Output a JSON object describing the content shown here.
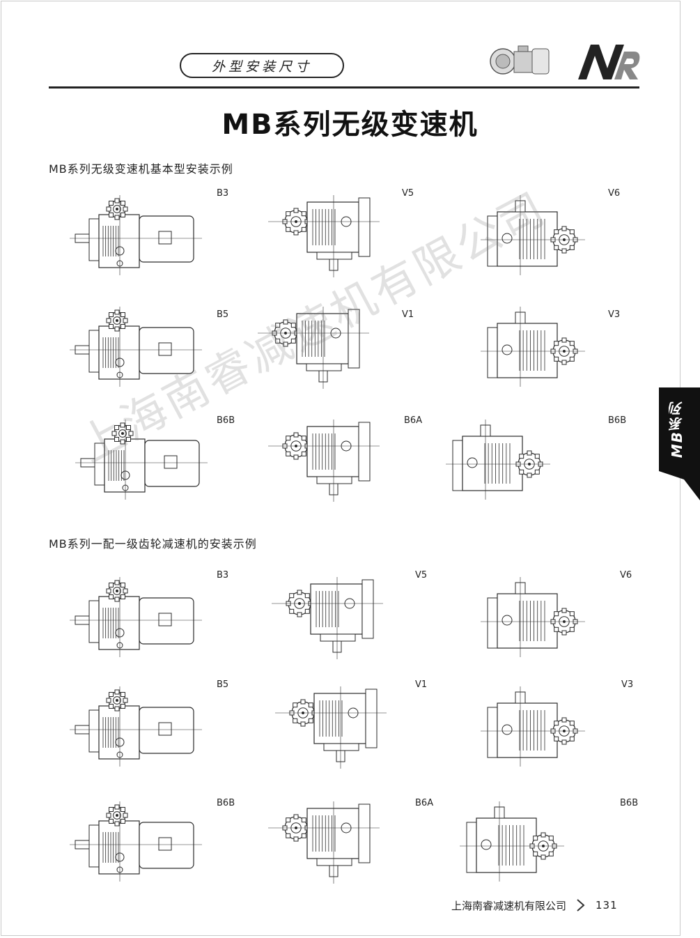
{
  "header": {
    "section_label": "外型安装尺寸",
    "brand_logo_icon": "nr-logo-icon",
    "product_thumbnail_icon": "motor-thumbnail-icon"
  },
  "title": "MB系列无级变速机",
  "sections": [
    {
      "title": "MB系列无级变速机基本型安装示例",
      "mounts": [
        "B3",
        "V5",
        "V6",
        "B5",
        "V1",
        "V3",
        "B6B",
        "B6A",
        "B6B"
      ]
    },
    {
      "title": "MB系列一配一级齿轮减速机的安装示例",
      "mounts": [
        "B3",
        "V5",
        "V6",
        "B5",
        "V1",
        "V3",
        "B6B",
        "B6A",
        "B6B"
      ]
    }
  ],
  "side_tab": {
    "label": "MB系列"
  },
  "watermark": "上海南睿减速机有限公司",
  "footer": {
    "company": "上海南睿减速机有限公司",
    "page_number": "131"
  },
  "colors": {
    "ink": "#1a1a1a",
    "tab": "#111111",
    "rule": "#222222"
  }
}
